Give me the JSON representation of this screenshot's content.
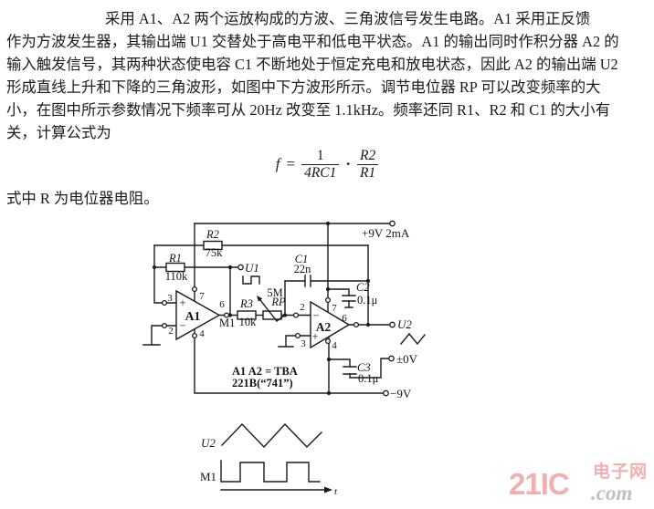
{
  "paragraph": {
    "line1": "采用 A1、A2 两个运放构成的方波、三角波信号发生电路。A1 采用正反馈",
    "line2": "作为方波发生器，其输出端 U1 交替处于高电平和低电平状态。A1 的输出同时作积分器 A2 的",
    "line3": "输入触发信号，其两种状态使电容 C1 不断地处于恒定充电和放电状态，因此 A2 的输出端 U2",
    "line4": "形成直线上升和下降的三角波形，如图中下方波形所示。调节电位器 RP 可以改变频率的大",
    "line5": "小，在图中所示参数情况下频率可从 20Hz 改变至 1.1kHz。频率还同 R1、R2 和 C1 的大小有",
    "line6": "关，计算公式为",
    "after_formula": "式中 R 为电位器电阻。"
  },
  "formula": {
    "lhs": "f",
    "equals": "=",
    "num1": "1",
    "den1": "4RC1",
    "times": "·",
    "num2": "R2",
    "den2": "R1"
  },
  "circuit": {
    "supplies": {
      "positive": "+9V 2mA",
      "zero": "±0V",
      "negative": "−9V"
    },
    "opamps": {
      "a1": "A1",
      "a2": "A2",
      "note1": "A1 A2 = TBA",
      "note2": "221B(“741”)",
      "plus": "+",
      "minus": "−"
    },
    "a1_pins": {
      "p3": "3",
      "p2": "2",
      "p7": "7",
      "p4": "4",
      "p6": "6"
    },
    "a2_pins": {
      "p2": "2",
      "p3": "3",
      "p7": "7",
      "p4": "4",
      "p6": "6"
    },
    "resistors": {
      "r1": "R1",
      "r1_value": "110k",
      "r2": "R2",
      "r2_value": "75k",
      "r3": "R3",
      "r3_value": "10k",
      "rp": "RP",
      "rp_value": "5M"
    },
    "capacitors": {
      "c1": "C1",
      "c1_value": "22n",
      "c2": "C2",
      "c2_value": "0.1μ",
      "c3": "C3",
      "c3_value": "0.1μ"
    },
    "terminals": {
      "u1": "U1",
      "u2": "U2",
      "m1": "M1"
    }
  },
  "waveforms": {
    "u2": "U2",
    "m1": "M1",
    "t": "t"
  },
  "watermark": {
    "brand": "21IC",
    "cn": "电子网",
    "com": ".com",
    "pink": "#f1b0b0",
    "gray": "#c0c0c0"
  }
}
